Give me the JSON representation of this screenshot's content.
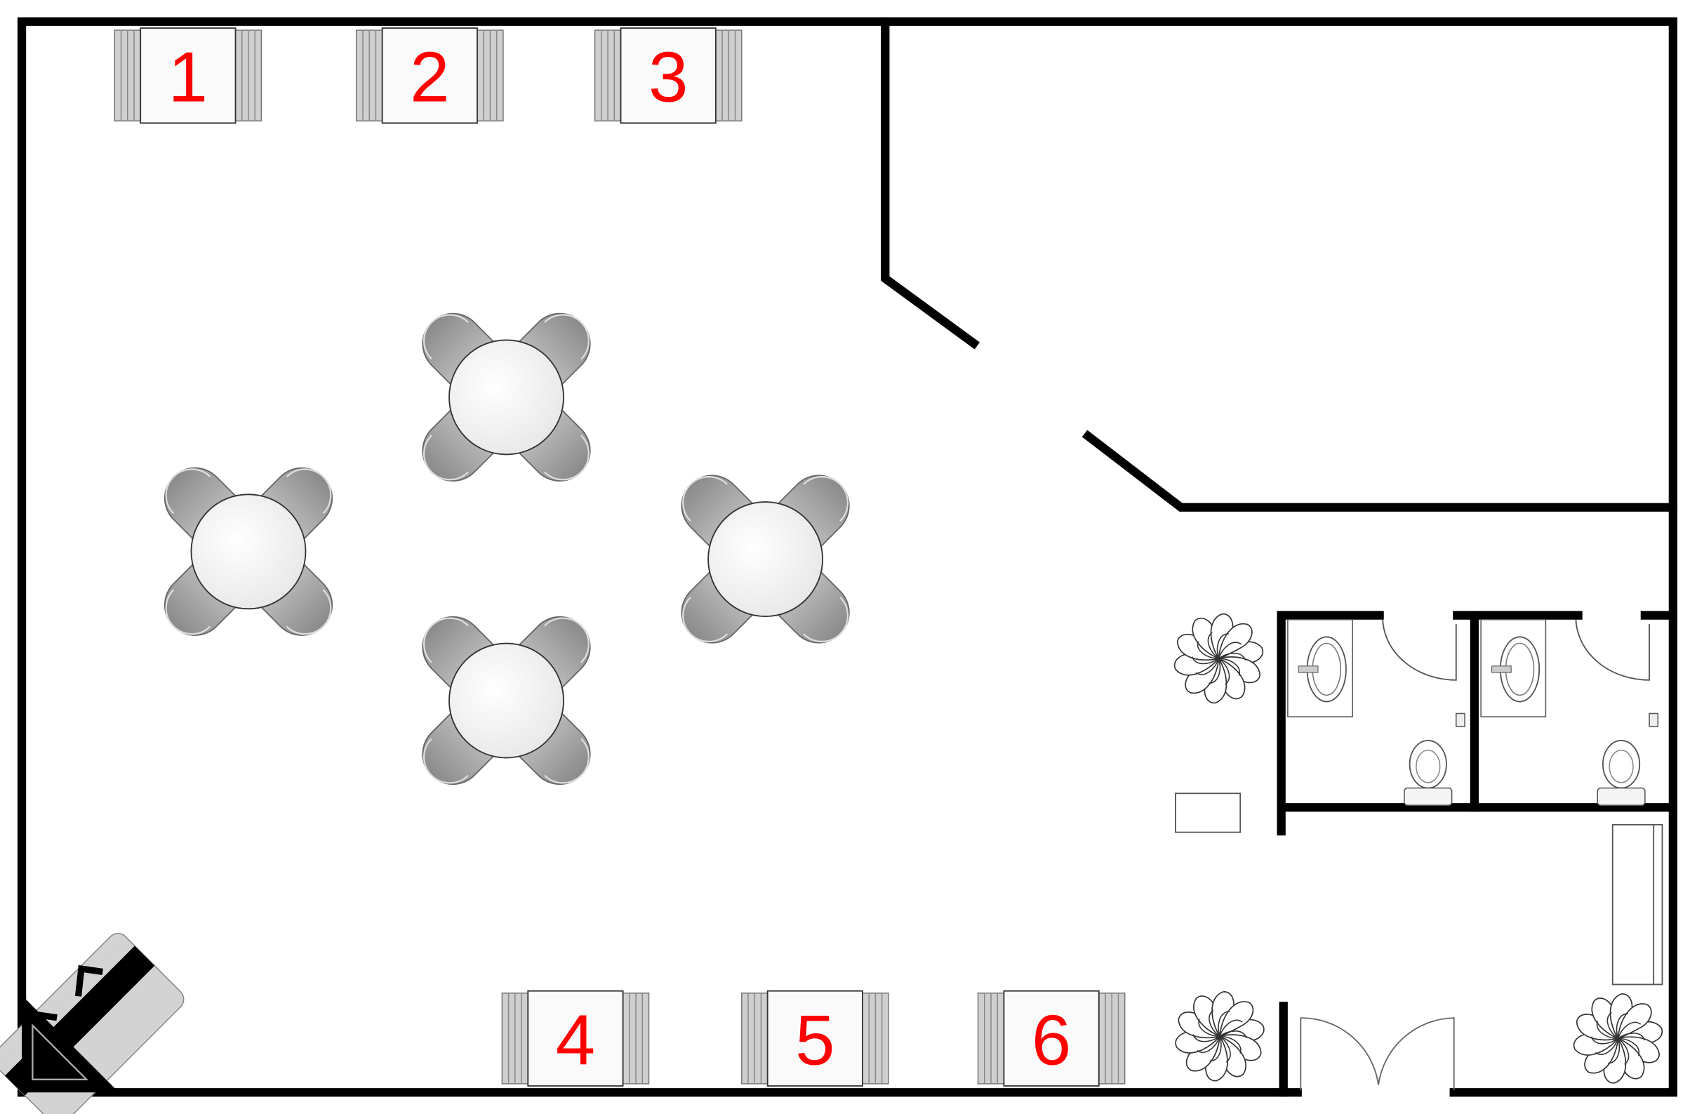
{
  "plan": {
    "booth_tables": [
      {
        "label": "1",
        "side": "top"
      },
      {
        "label": "2",
        "side": "top"
      },
      {
        "label": "3",
        "side": "top"
      },
      {
        "label": "4",
        "side": "bottom"
      },
      {
        "label": "5",
        "side": "bottom"
      },
      {
        "label": "6",
        "side": "bottom"
      }
    ],
    "round_tables_count": 4,
    "restroom_stalls_count": 2,
    "plants_count": 3,
    "colors": {
      "wall": "#000000",
      "label": "#ff0000",
      "chair": "#9a9a9a",
      "logo_bg": "#d3d3d3"
    }
  }
}
